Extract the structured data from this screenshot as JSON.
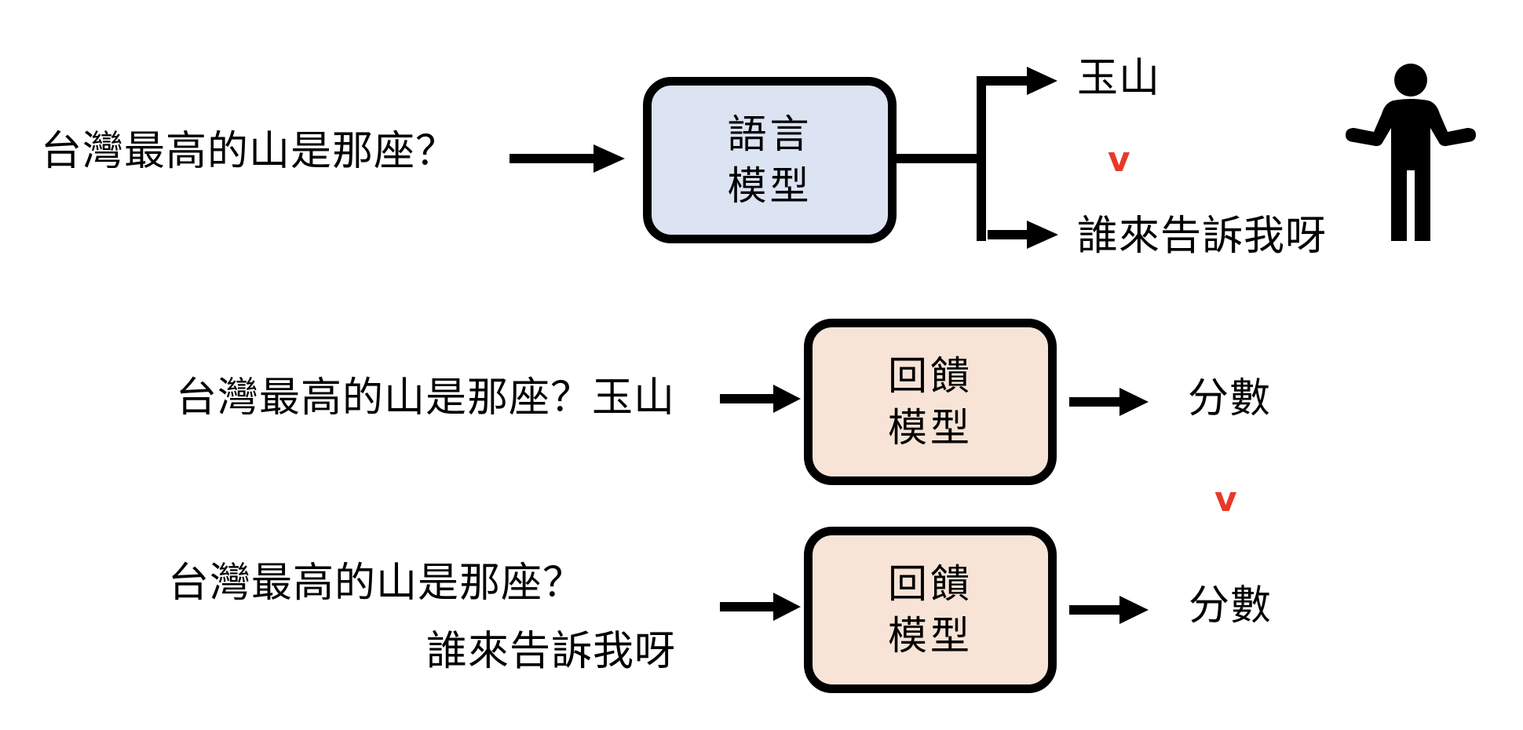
{
  "colors": {
    "language_model_fill": "#dce3f2",
    "reward_model_fill": "#f7e4d7",
    "stroke": "#000000",
    "comparison_mark": "#e8392a"
  },
  "top": {
    "question": "台灣最高的山是那座？",
    "model_label_line1": "語言",
    "model_label_line2": "模型",
    "answer_good": "玉山",
    "answer_bad": "誰來告訴我呀",
    "comparison_mark": "v",
    "judge_icon": "person-shrugging-icon"
  },
  "middle": {
    "input": "台灣最高的山是那座？玉山",
    "model_label_line1": "回饋",
    "model_label_line2": "模型",
    "output": "分數"
  },
  "comparison_mark_scores": "v",
  "bottom": {
    "input_line1": "台灣最高的山是那座？",
    "input_line2": "誰來告訴我呀",
    "model_label_line1": "回饋",
    "model_label_line2": "模型",
    "output": "分數"
  }
}
